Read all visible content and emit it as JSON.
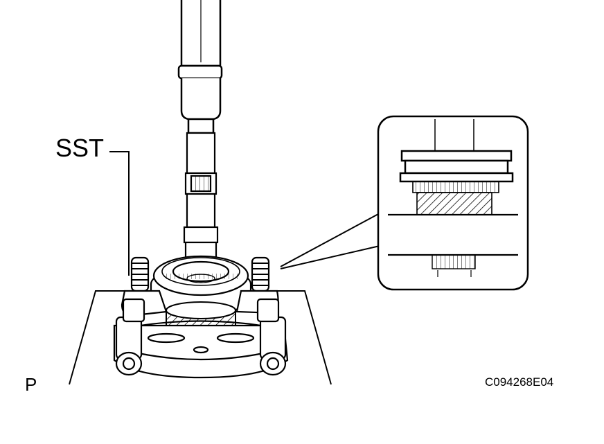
{
  "labels": {
    "tool": "SST",
    "view_marker": "P",
    "figure_code": "C094268E04"
  },
  "colors": {
    "ink": "#000000",
    "paper": "#ffffff",
    "shade": "#9a9a9a"
  }
}
